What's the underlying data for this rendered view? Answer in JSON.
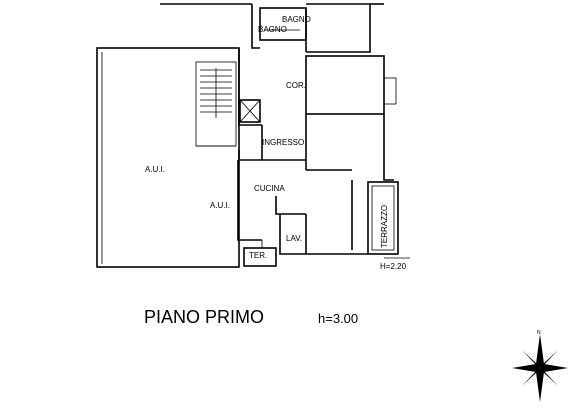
{
  "plan": {
    "rooms": {
      "bagno_1": "BAGNO",
      "bagno_2": "BAGNO",
      "cor": "COR.",
      "ingresso": "INGRESSO",
      "aui_large": "A.U.I.",
      "aui_small": "A.U.I.",
      "cucina": "CUCINA",
      "lav": "LAV.",
      "ter": "TER.",
      "terrazzo": "TERRAZZO"
    },
    "terrace_height": "H=2.20",
    "floor_title": "PIANO PRIMO",
    "floor_height": "h=3.00",
    "compass_label": "N"
  }
}
